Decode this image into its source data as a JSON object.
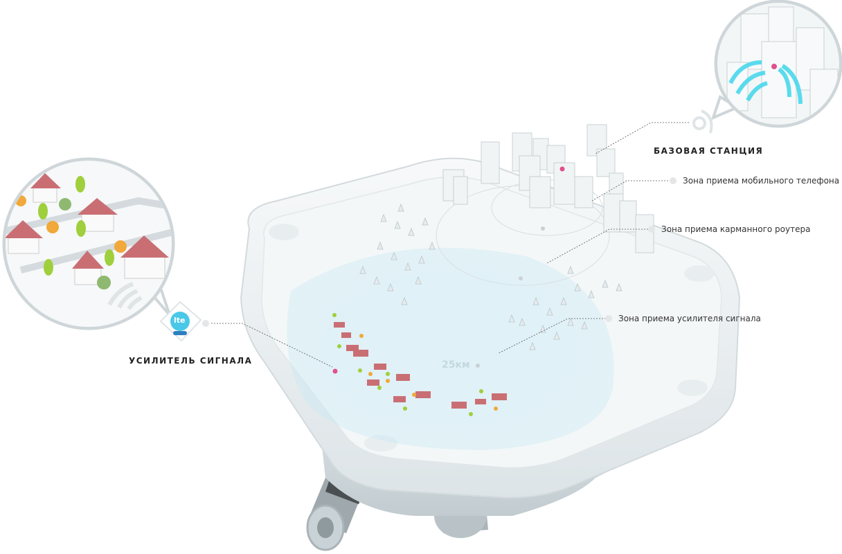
{
  "labels": {
    "base_station": "БАЗОВАЯ СТАНЦИЯ",
    "booster": "УСИЛИТЕЛЬ СИГНАЛА",
    "zone_mobile": "Зона приема мобильного телефона",
    "zone_router": "Зона приема карманного роутера",
    "zone_booster": "Зона приема усилителя сигнала",
    "distance": "25км"
  },
  "logo": {
    "text": "lte"
  },
  "colors": {
    "accent_pink": "#e0508a",
    "signal_cyan": "#3ed6ea",
    "roof_red": "#c96f74",
    "tree_green": "#9fcf3c",
    "tree_orange": "#f0a93a",
    "device_gray": "#e9eef0"
  }
}
